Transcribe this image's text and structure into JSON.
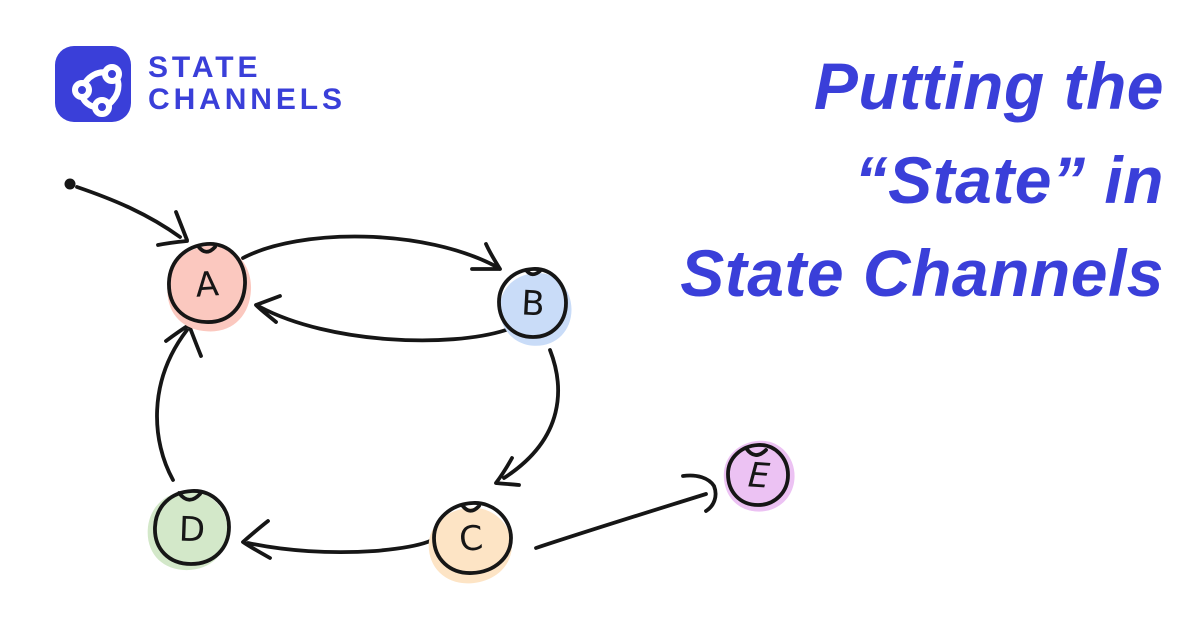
{
  "brand": {
    "line1": "STATE",
    "line2": "CHANNELS",
    "color": "#3A3FD9",
    "icon": "triangle-network-icon"
  },
  "title": {
    "lines": [
      "Putting the",
      "“State” in",
      "State Channels"
    ],
    "color": "#3A3FD9"
  },
  "diagram": {
    "type": "hand-drawn-state-machine",
    "ink_color": "#161616",
    "nodes": [
      {
        "id": "A",
        "label": "A",
        "color": "#F8A89E",
        "halo": "#FBC8BF"
      },
      {
        "id": "B",
        "label": "B",
        "color": "#ABC9F4",
        "halo": "#C9DCF8"
      },
      {
        "id": "C",
        "label": "C",
        "color": "#FBD5A7",
        "halo": "#FDE4C5"
      },
      {
        "id": "D",
        "label": "D",
        "color": "#BADCAE",
        "halo": "#D3E8C9"
      },
      {
        "id": "E",
        "label": "E",
        "color": "#DD97E7",
        "halo": "#ECC2F3"
      }
    ],
    "edges": [
      {
        "from": "start",
        "to": "A"
      },
      {
        "from": "A",
        "to": "B"
      },
      {
        "from": "B",
        "to": "A"
      },
      {
        "from": "B",
        "to": "C"
      },
      {
        "from": "C",
        "to": "D"
      },
      {
        "from": "C",
        "to": "E"
      },
      {
        "from": "D",
        "to": "A"
      }
    ]
  }
}
